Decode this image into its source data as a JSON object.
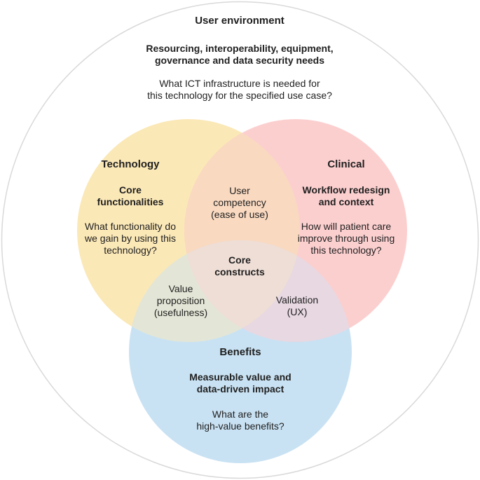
{
  "colors": {
    "outer_ring": "#d9d9d9",
    "technology": "#fbe8b7",
    "clinical": "#fccfcf",
    "benefits": "#c9e2f3",
    "tech_clin": "#f9d9c0",
    "tech_ben": "#e3e6d6",
    "clin_ben": "#e7d8e2",
    "core": "#eeded6"
  },
  "user_environment": {
    "title": "User environment",
    "subtitle": [
      "Resourcing, interoperability, equipment,",
      "governance and data security needs"
    ],
    "question": [
      "What ICT infrastructure is needed for",
      "this technology for the specified use case?"
    ]
  },
  "technology": {
    "title": "Technology",
    "subtitle": [
      "Core",
      "functionalities"
    ],
    "question": [
      "What functionality do",
      "we gain by using this",
      "technology?"
    ]
  },
  "clinical": {
    "title": "Clinical",
    "subtitle": [
      "Workflow redesign",
      "and context"
    ],
    "question": [
      "How will patient care",
      "improve through using",
      "this technology?"
    ]
  },
  "benefits": {
    "title": "Benefits",
    "subtitle": [
      "Measurable value and",
      "data-driven impact"
    ],
    "question": [
      "What are the",
      "high-value benefits?"
    ]
  },
  "overlaps": {
    "tech_clinical": [
      "User",
      "competency",
      "(ease of use)"
    ],
    "tech_benefits": [
      "Value",
      "proposition",
      "(usefulness)"
    ],
    "clinical_benefits": [
      "Validation",
      "(UX)"
    ],
    "core": [
      "Core",
      "constructs"
    ]
  }
}
